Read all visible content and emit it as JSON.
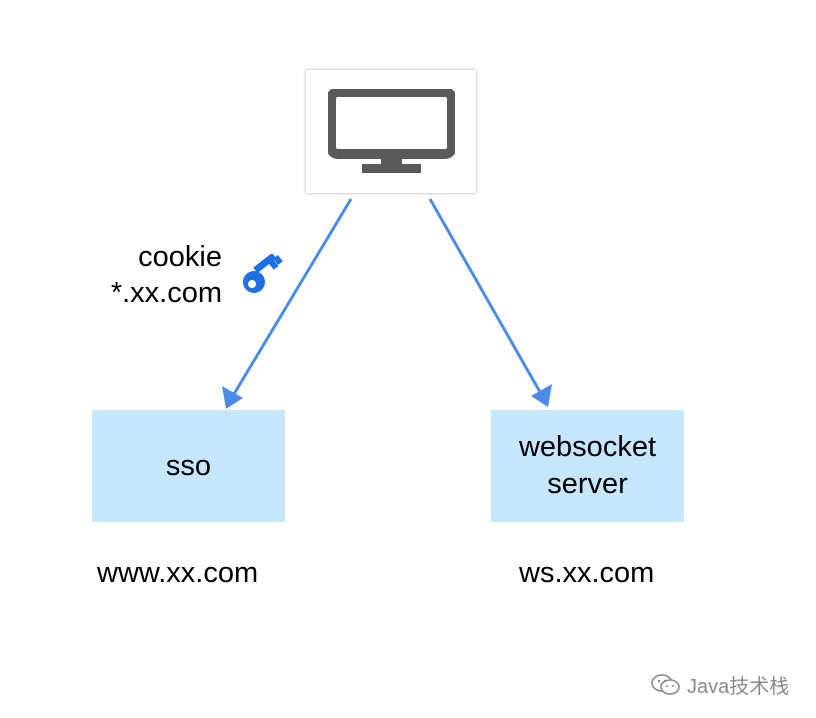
{
  "client": {
    "icon": "monitor-icon",
    "icon_color": "#5a5a5a"
  },
  "cookie": {
    "line1": "cookie",
    "line2": "*.xx.com",
    "icon": "key-icon",
    "icon_color": "#1f6fe5"
  },
  "nodes": {
    "sso": {
      "label": "sso",
      "domain": "www.xx.com"
    },
    "websocket": {
      "label_line1": "websocket",
      "label_line2": "server",
      "domain": "ws.xx.com"
    }
  },
  "colors": {
    "node_fill": "#c6e6fb",
    "arrow": "#4a8be8"
  },
  "watermark": {
    "icon": "wechat-icon",
    "text": "Java技术栈"
  }
}
